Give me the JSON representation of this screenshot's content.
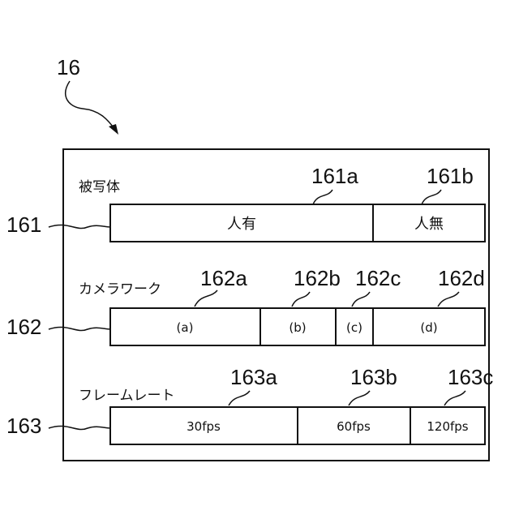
{
  "figure_ref": "16",
  "rows": [
    {
      "ref": "161",
      "title": "被写体",
      "segments": [
        {
          "ref": "161a",
          "label": "人有"
        },
        {
          "ref": "161b",
          "label": "人無"
        }
      ]
    },
    {
      "ref": "162",
      "title": "カメラワーク",
      "segments": [
        {
          "ref": "162a",
          "label": "(a)"
        },
        {
          "ref": "162b",
          "label": "(b)"
        },
        {
          "ref": "162c",
          "label": "(c)"
        },
        {
          "ref": "162d",
          "label": "(d)"
        }
      ]
    },
    {
      "ref": "163",
      "title": "フレームレート",
      "segments": [
        {
          "ref": "163a",
          "label": "30fps"
        },
        {
          "ref": "163b",
          "label": "60fps"
        },
        {
          "ref": "163c",
          "label": "120fps"
        }
      ]
    }
  ]
}
